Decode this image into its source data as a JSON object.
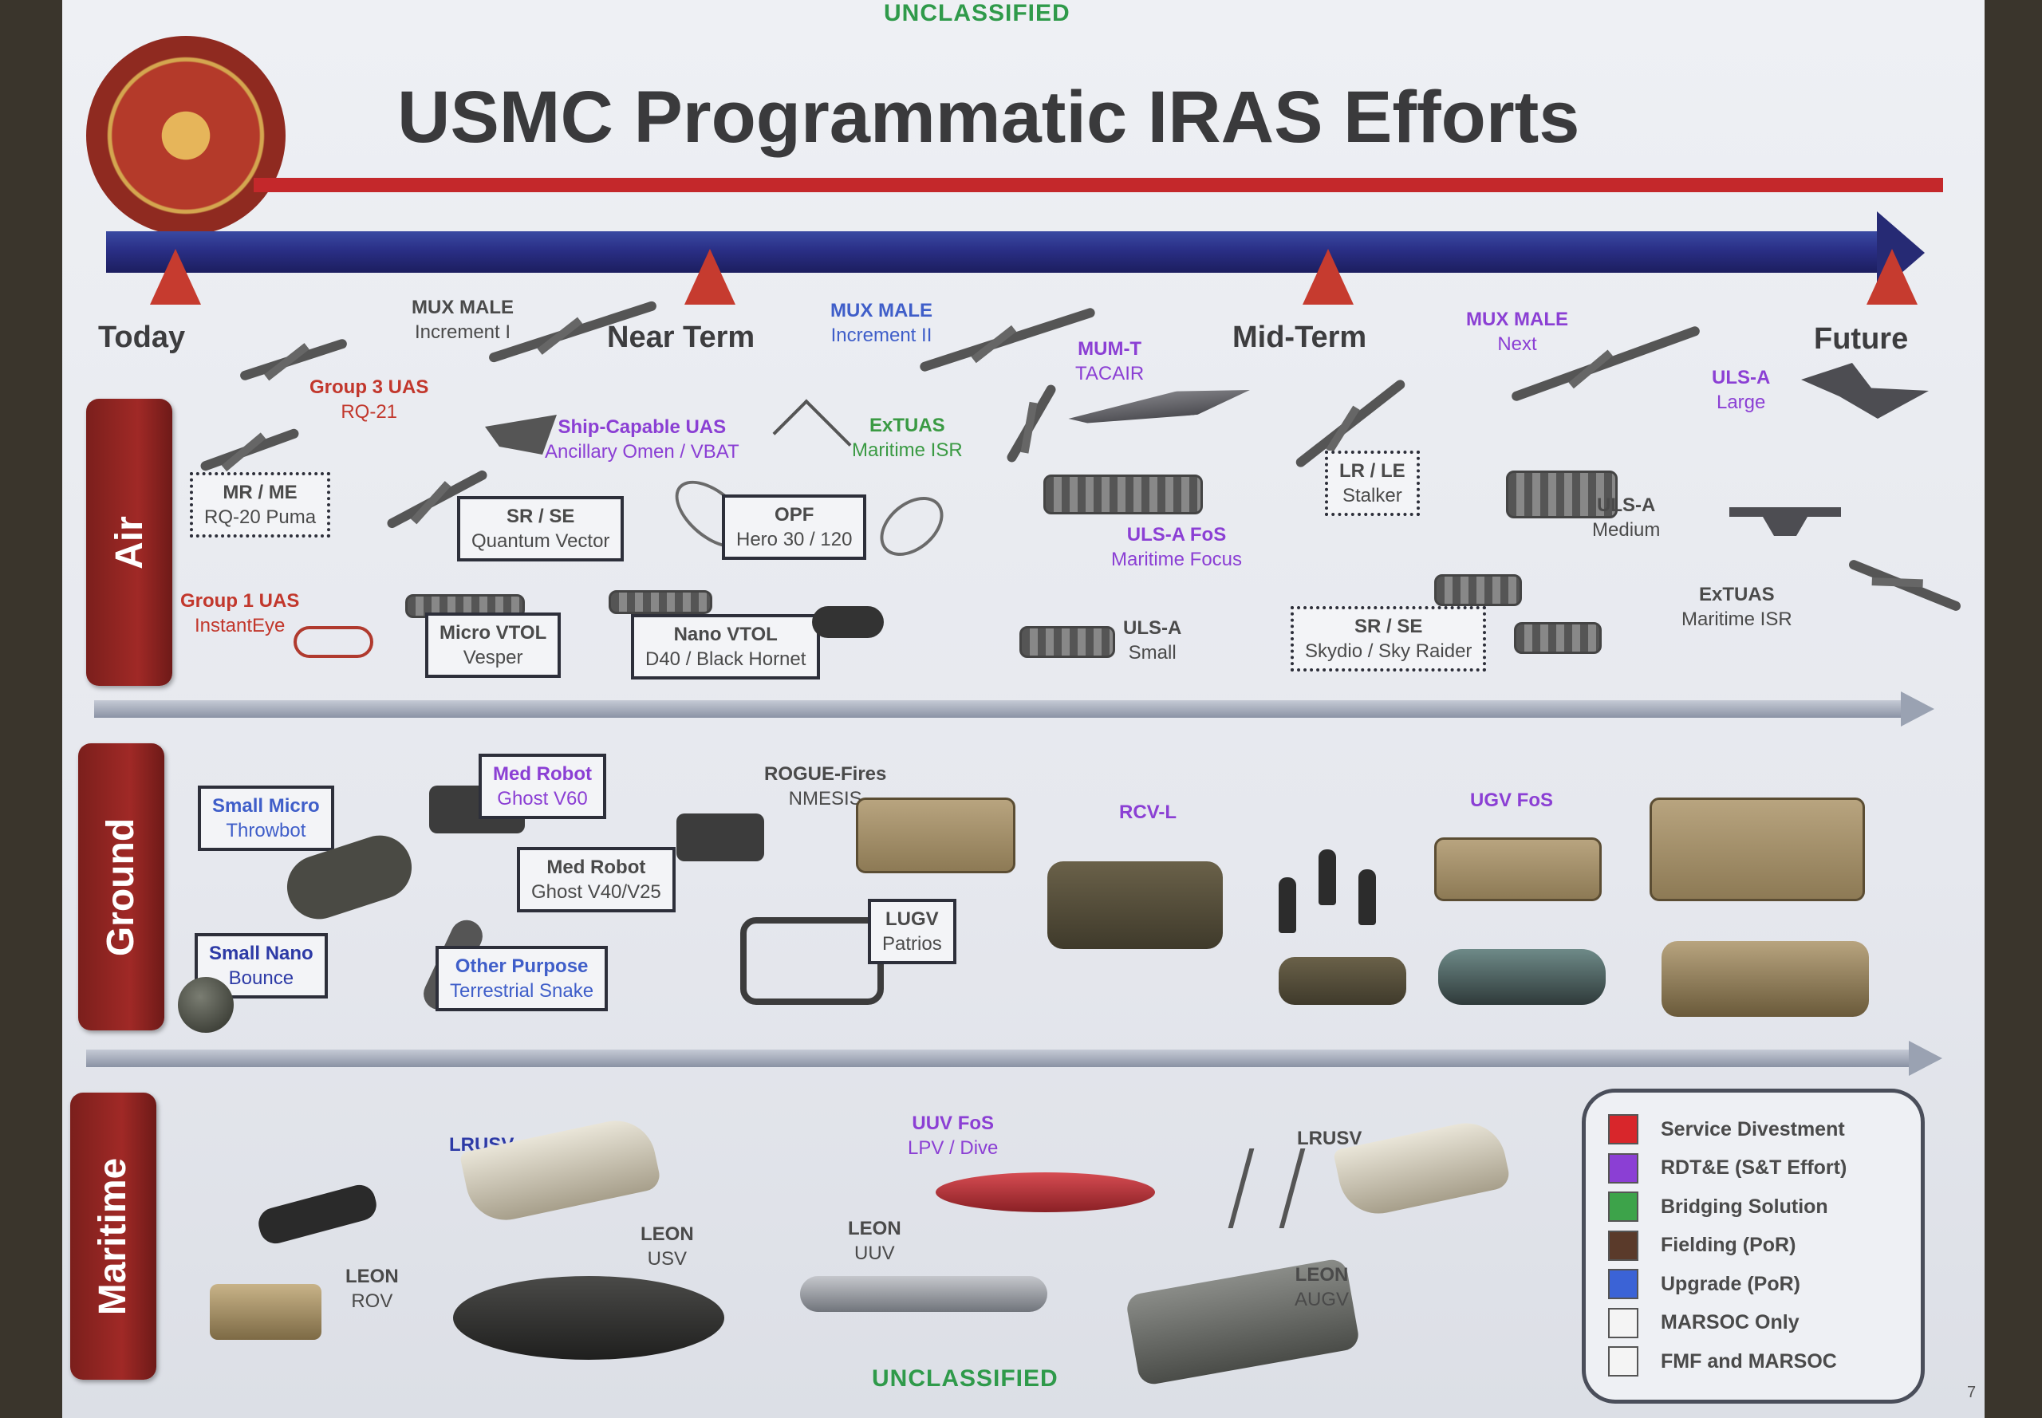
{
  "classification_top": "UNCLASSIFIED",
  "classification_bottom": "UNCLASSIFIED",
  "title": "USMC Programmatic IRAS Efforts",
  "timeline": [
    "Today",
    "Near Term",
    "Mid-Term",
    "Future"
  ],
  "domains": {
    "air": "Air",
    "ground": "Ground",
    "maritime": "Maritime"
  },
  "air": {
    "group3": {
      "l1": "Group 3 UAS",
      "l2": "RQ-21"
    },
    "mux_inc1": {
      "l1": "MUX MALE",
      "l2": "Increment I"
    },
    "mux_inc2": {
      "l1": "MUX MALE",
      "l2": "Increment II"
    },
    "mux_next": {
      "l1": "MUX MALE",
      "l2": "Next"
    },
    "mumt": {
      "l1": "MUM-T",
      "l2": "TACAIR"
    },
    "ship_uas": {
      "l1": "Ship-Capable UAS",
      "l2": "Ancillary Omen / VBAT"
    },
    "extuas1": {
      "l1": "ExTUAS",
      "l2": "Maritime ISR"
    },
    "extuas2": {
      "l1": "ExTUAS",
      "l2": "Maritime ISR"
    },
    "mrme": {
      "l1": "MR / ME",
      "l2": "RQ-20 Puma"
    },
    "srse1": {
      "l1": "SR / SE",
      "l2": "Quantum Vector"
    },
    "opf": {
      "l1": "OPF",
      "l2": "Hero 30 / 120"
    },
    "lrle": {
      "l1": "LR / LE",
      "l2": "Stalker"
    },
    "ulsa_fos": {
      "l1": "ULS-A FoS",
      "l2": "Maritime Focus"
    },
    "ulsa_large": {
      "l1": "ULS-A",
      "l2": "Large"
    },
    "ulsa_medium": {
      "l1": "ULS-A",
      "l2": "Medium"
    },
    "ulsa_small": {
      "l1": "ULS-A",
      "l2": "Small"
    },
    "group1": {
      "l1": "Group 1 UAS",
      "l2": "InstantEye"
    },
    "micro_vtol": {
      "l1": "Micro VTOL",
      "l2": "Vesper"
    },
    "nano_vtol": {
      "l1": "Nano VTOL",
      "l2": "D40 / Black Hornet"
    },
    "srse2": {
      "l1": "SR / SE",
      "l2": "Skydio / Sky Raider"
    }
  },
  "ground": {
    "small_micro": {
      "l1": "Small Micro",
      "l2": "Throwbot"
    },
    "med_robot1": {
      "l1": "Med Robot",
      "l2": "Ghost V60"
    },
    "med_robot2": {
      "l1": "Med Robot",
      "l2": "Ghost V40/V25"
    },
    "rogue": {
      "l1": "ROGUE-Fires",
      "l2": "NMESIS"
    },
    "rcvl": {
      "l1": "RCV-L"
    },
    "ugv_fos": {
      "l1": "UGV FoS"
    },
    "small_nano": {
      "l1": "Small Nano",
      "l2": "Bounce"
    },
    "other_purpose": {
      "l1": "Other Purpose",
      "l2": "Terrestrial Snake"
    },
    "lugv": {
      "l1": "LUGV",
      "l2": "Patrios"
    }
  },
  "maritime": {
    "lrusv1": {
      "l1": "LRUSV"
    },
    "lrusv2": {
      "l1": "LRUSV"
    },
    "uuv_fos": {
      "l1": "UUV FoS",
      "l2": "LPV / Dive"
    },
    "leon_rov": {
      "l1": "LEON",
      "l2": "ROV"
    },
    "leon_usv": {
      "l1": "LEON",
      "l2": "USV"
    },
    "leon_uuv": {
      "l1": "LEON",
      "l2": "UUV"
    },
    "leon_augv": {
      "l1": "LEON",
      "l2": "AUGV"
    }
  },
  "legend": [
    {
      "label": "Service Divestment",
      "color": "#d8262b"
    },
    {
      "label": "RDT&E (S&T Effort)",
      "color": "#8b3fd4"
    },
    {
      "label": "Bridging Solution",
      "color": "#3da34a"
    },
    {
      "label": "Fielding (PoR)",
      "color": "#5a3a2a"
    },
    {
      "label": "Upgrade (PoR)",
      "color": "#3b63d6"
    },
    {
      "label": "MARSOC Only",
      "color": "#f4f4f4"
    },
    {
      "label": "FMF and MARSOC",
      "color": "#f4f4f4"
    }
  ],
  "page_number": "7"
}
